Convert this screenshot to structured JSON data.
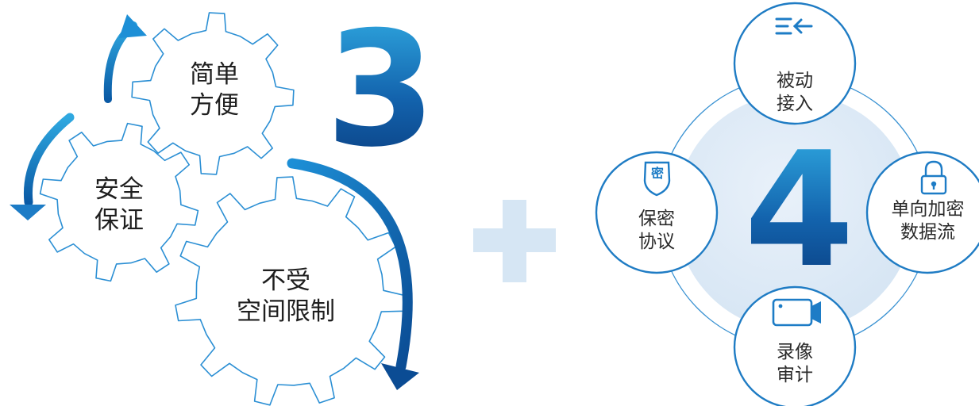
{
  "left_group": {
    "number": "3",
    "gears": [
      {
        "label": "简单\n方便"
      },
      {
        "label": "安全\n保证"
      },
      {
        "label": "不受\n空间限制"
      }
    ]
  },
  "plus": "+",
  "right_group": {
    "number": "4",
    "nodes": [
      {
        "label": "被动\n接入",
        "icon": "passive-access-icon"
      },
      {
        "label": "保密\n协议",
        "icon": "secret-shield-icon",
        "icon_text": "密"
      },
      {
        "label": "单向加密\n数据流",
        "icon": "lock-icon"
      },
      {
        "label": "录像\n审计",
        "icon": "video-camera-icon"
      }
    ]
  },
  "colors": {
    "accent_dark": "#0a5aa5",
    "accent_light": "#2fa8e0",
    "plus": "#d6e6f4",
    "center_fill": "#dde9f5"
  }
}
